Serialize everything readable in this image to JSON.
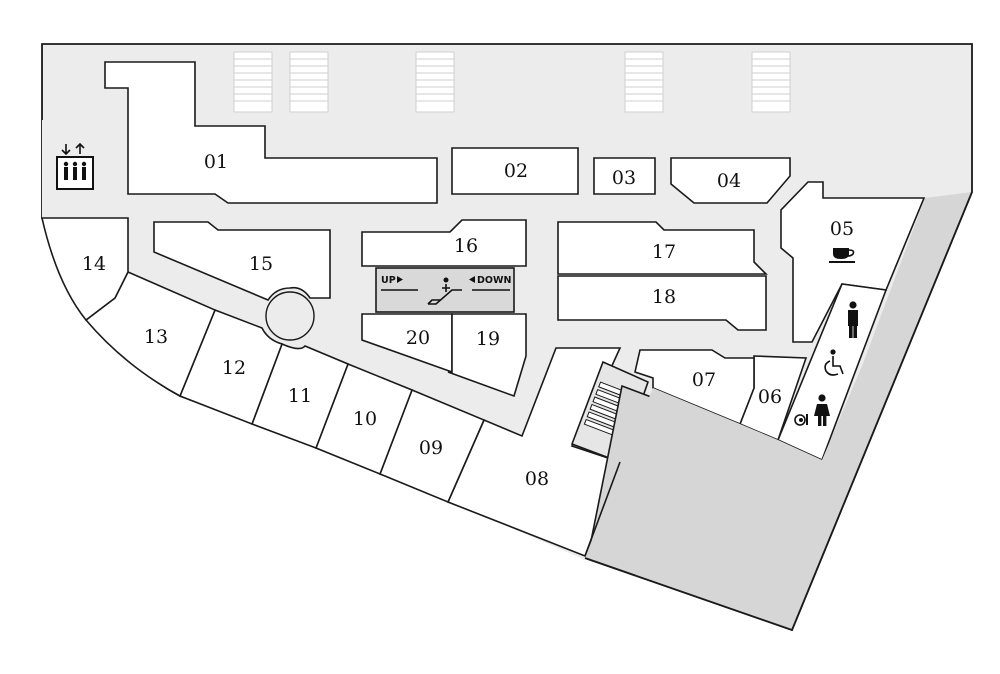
{
  "map": {
    "units": [
      {
        "id": "01",
        "label": "01"
      },
      {
        "id": "02",
        "label": "02"
      },
      {
        "id": "03",
        "label": "03"
      },
      {
        "id": "04",
        "label": "04"
      },
      {
        "id": "05",
        "label": "05"
      },
      {
        "id": "06",
        "label": "06"
      },
      {
        "id": "07",
        "label": "07"
      },
      {
        "id": "08",
        "label": "08"
      },
      {
        "id": "09",
        "label": "09"
      },
      {
        "id": "10",
        "label": "10"
      },
      {
        "id": "11",
        "label": "11"
      },
      {
        "id": "12",
        "label": "12"
      },
      {
        "id": "13",
        "label": "13"
      },
      {
        "id": "14",
        "label": "14"
      },
      {
        "id": "15",
        "label": "15"
      },
      {
        "id": "16",
        "label": "16"
      },
      {
        "id": "17",
        "label": "17"
      },
      {
        "id": "18",
        "label": "18"
      },
      {
        "id": "19",
        "label": "19"
      },
      {
        "id": "20",
        "label": "20"
      }
    ],
    "escalator": {
      "up_label": "UP",
      "down_label": "DOWN"
    },
    "icons": [
      "elevator-icon",
      "escalator-icon",
      "cafe-icon",
      "mens-restroom-icon",
      "accessible-restroom-icon",
      "womens-restroom-icon",
      "baby-changing-icon",
      "stairs-icon",
      "parking-icon"
    ],
    "colors": {
      "unit_fill": "#ffffff",
      "corridor_fill": "#ececec",
      "outline": "#1a1a1a",
      "escalator_fill": "#d9d9d9"
    }
  }
}
